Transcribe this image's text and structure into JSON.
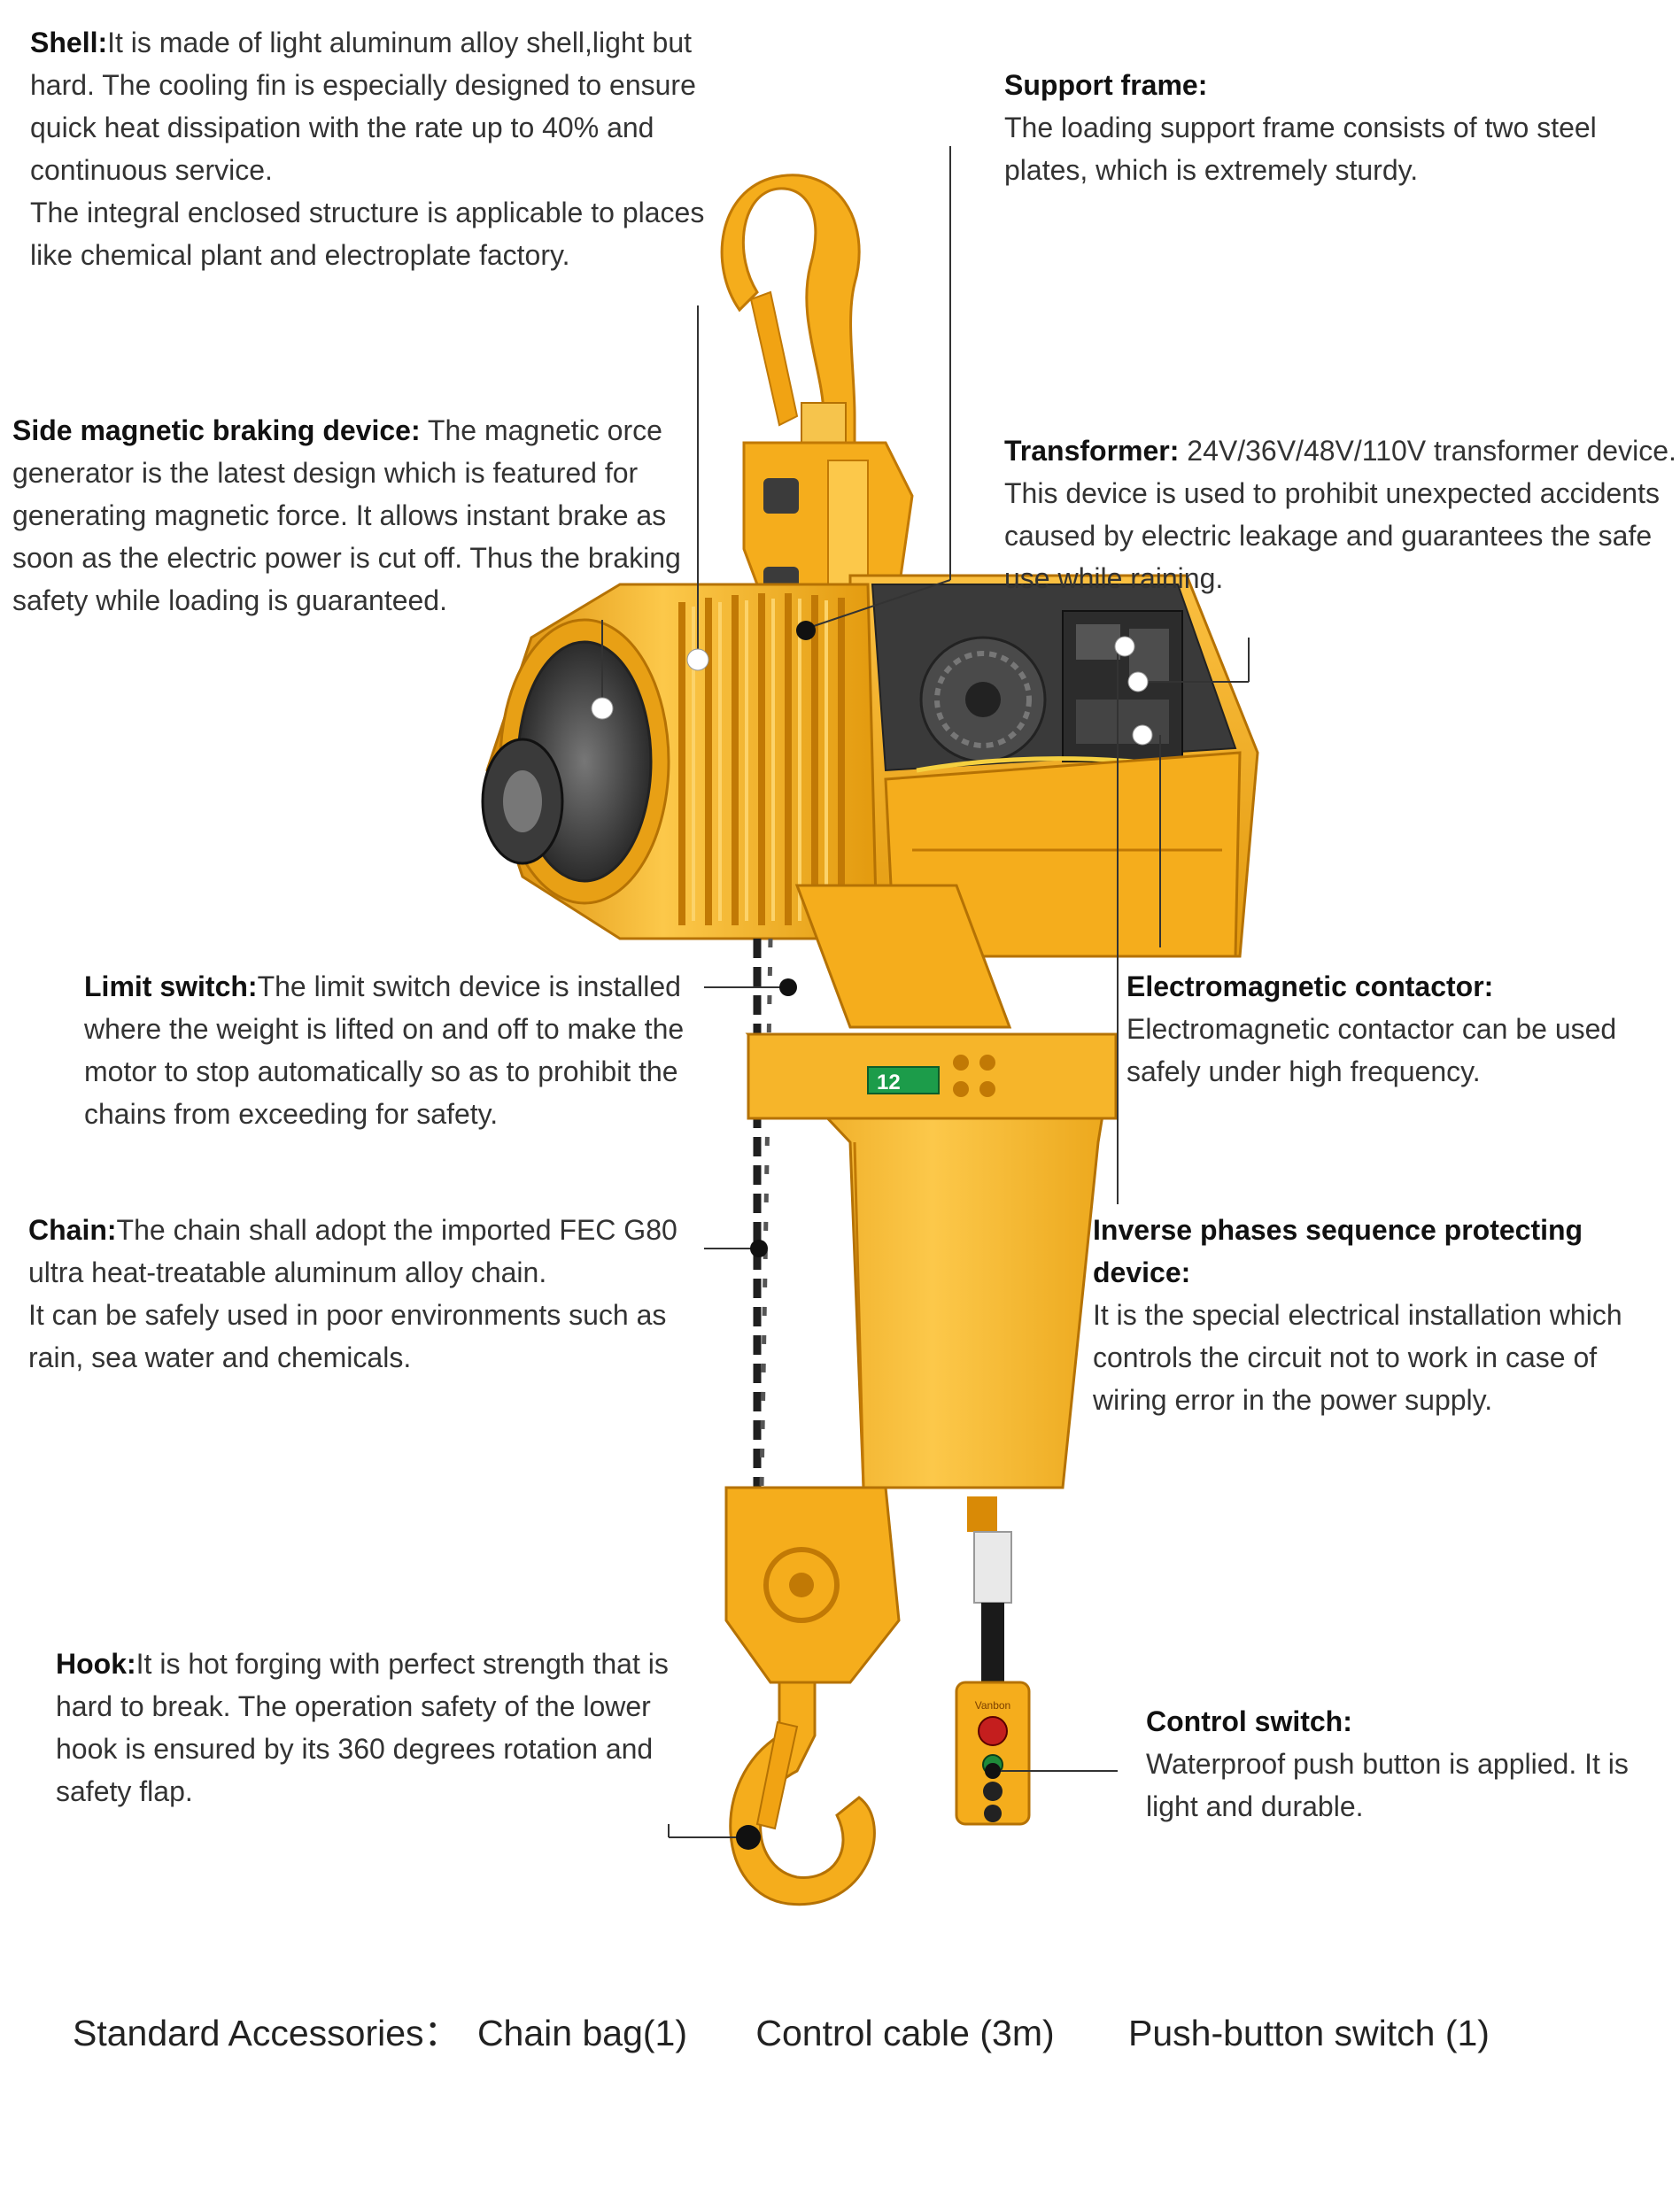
{
  "callouts": {
    "shell": {
      "title": "Shell:",
      "text": "It is made of light aluminum alloy shell,light but hard. The cooling fin is especially designed to ensure quick heat dissipation with the rate up to 40% and continuous service.",
      "text2": "The integral enclosed structure is applicable to places like chemical plant and electroplate factory."
    },
    "support_frame": {
      "title": "Support frame:",
      "text": "The loading support frame consists of two steel plates, which is extremely sturdy."
    },
    "side_brake": {
      "title": "Side magnetic braking device:",
      "text": " The magnetic orce generator is the latest design which is featured for generating magnetic force. It allows instant brake as soon as the electric power is cut off. Thus the braking safety while loading is guaranteed."
    },
    "transformer": {
      "title": "Transformer:",
      "text": " 24V/36V/48V/110V transformer device. This device is used to prohibit unexpected accidents caused by electric leakage and guarantees the safe use while raining."
    },
    "limit_switch": {
      "title": "Limit switch:",
      "text": "The limit switch device is installed where the weight is lifted on and off to make the motor to stop automatically so as to prohibit the chains from exceeding for safety."
    },
    "contactor": {
      "title": "Electromagnetic contactor:",
      "text": "Electromagnetic contactor can be used safely under high frequency."
    },
    "chain": {
      "title": "Chain:",
      "text": "The chain shall adopt the imported FEC G80 ultra heat-treatable aluminum alloy chain.",
      "text2": "It can be safely used in poor environments such as rain, sea water and chemicals."
    },
    "inverse_phase": {
      "title": "Inverse phases sequence protecting device:",
      "text": "It is the special electrical installation which controls the circuit not to work in case of wiring error in the power supply."
    },
    "hook": {
      "title": "Hook:",
      "text": "It is hot forging with perfect strength that is hard to break. The operation safety of the lower hook is ensured by its 360 degrees rotation and safety flap."
    },
    "control_switch": {
      "title": "Control switch:",
      "text": "Waterproof push button is applied. It is light and durable."
    }
  },
  "accessories": {
    "label": "Standard Accessories：",
    "items": [
      "Chain bag(1)",
      "Control cable (3m)",
      "Push-button switch (1)"
    ]
  },
  "product": {
    "bag_tag": "12",
    "pendant_brand": "Vanbon"
  },
  "colors": {
    "body": "#f5ad1c",
    "body_dark": "#d98a06",
    "body_light": "#fcc84a",
    "steel": "#3d3d3d",
    "marker": "#ffffff",
    "leader": "#333333",
    "marker_dark": "#111111"
  }
}
